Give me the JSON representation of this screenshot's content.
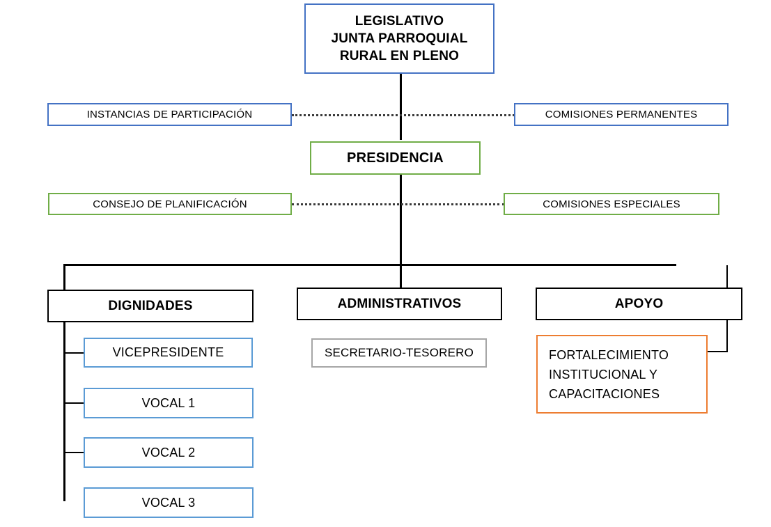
{
  "diagram": {
    "title": "Organigrama Junta Parroquial Rural",
    "colors": {
      "blue": "#4472C4",
      "light_blue": "#5B9BD5",
      "green": "#70AD47",
      "black": "#000000",
      "gray": "#A6A6A6",
      "orange": "#ED7D31"
    },
    "nodes": {
      "legislativo": "LEGISLATIVO\nJUNTA PARROQUIAL\nRURAL EN PLENO",
      "instancias_participacion": "INSTANCIAS  DE PARTICIPACIÓN",
      "comisiones_permanentes": "COMISIONES  PERMANENTES",
      "presidencia": "PRESIDENCIA",
      "consejo_planificacion": "CONSEJO DE PLANIFICACIÓN",
      "comisiones_especiales": "COMISIONES  ESPECIALES",
      "dignidades": "DIGNIDADES",
      "administrativos": "ADMINISTRATIVOS",
      "apoyo": "APOYO",
      "vicepresidente": "VICEPRESIDENTE",
      "vocal_1": "VOCAL 1",
      "vocal_2": "VOCAL 2",
      "vocal_3": "VOCAL 3",
      "secretario_tesorero": "SECRETARIO-TESORERO",
      "fortalecimiento": "FORTALECIMIENTO\nINSTITUCIONAL   Y\nCAPACITACIONES"
    }
  }
}
